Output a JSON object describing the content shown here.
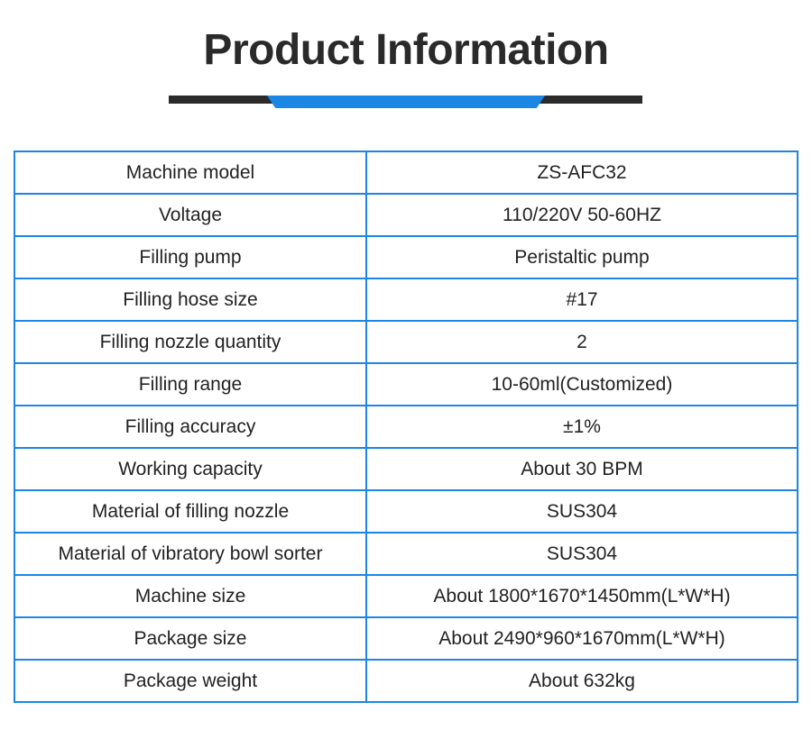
{
  "header": {
    "title": "Product Information",
    "accent_color": "#1b86e4",
    "bar_color": "#2b2b2b"
  },
  "table": {
    "border_color": "#1b86e4",
    "rows": [
      {
        "label": "Machine model",
        "value": "ZS-AFC32"
      },
      {
        "label": "Voltage",
        "value": "110/220V 50-60HZ"
      },
      {
        "label": "Filling pump",
        "value": "Peristaltic pump"
      },
      {
        "label": "Filling hose size",
        "value": "#17"
      },
      {
        "label": "Filling nozzle quantity",
        "value": "2"
      },
      {
        "label": "Filling range",
        "value": "10-60ml(Customized)"
      },
      {
        "label": "Filling accuracy",
        "value": "±1%"
      },
      {
        "label": "Working capacity",
        "value": "About 30 BPM"
      },
      {
        "label": "Material of filling nozzle",
        "value": "SUS304"
      },
      {
        "label": "Material of vibratory bowl sorter",
        "value": "SUS304"
      },
      {
        "label": "Machine size",
        "value": "About 1800*1670*1450mm(L*W*H)"
      },
      {
        "label": "Package size",
        "value": "About 2490*960*1670mm(L*W*H)"
      },
      {
        "label": "Package weight",
        "value": "About 632kg"
      }
    ]
  }
}
